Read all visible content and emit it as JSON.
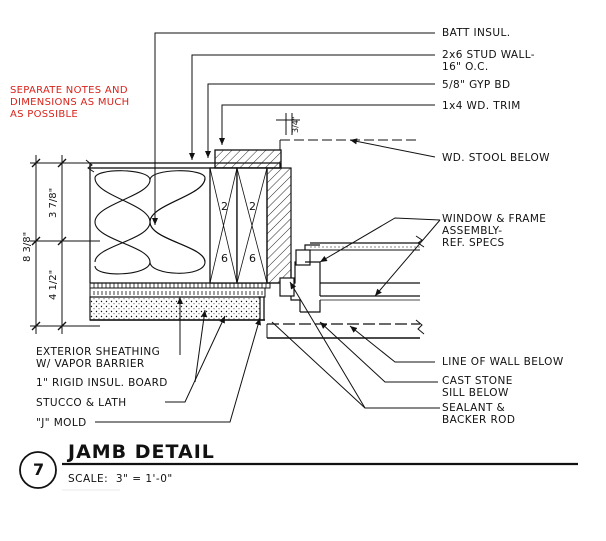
{
  "notes": {
    "batt_insul": "BATT INSUL.",
    "stud_wall_1": "2x6 STUD WALL-",
    "stud_wall_2": "16\" O.C.",
    "gyp_bd": "5/8\" GYP BD",
    "trim": "1x4 WD. TRIM",
    "stool": "WD. STOOL BELOW",
    "window_1": "WINDOW & FRAME",
    "window_2": "ASSEMBLY-",
    "window_3": "REF. SPECS",
    "line_of_wall": "LINE OF WALL BELOW",
    "cast_stone_1": "CAST STONE",
    "cast_stone_2": "SILL BELOW",
    "sealant_1": "SEALANT &",
    "sealant_2": "BACKER ROD",
    "sheathing_1": "EXTERIOR SHEATHING",
    "sheathing_2": "W/ VAPOR BARRIER",
    "rigid_insul": "1\" RIGID INSUL. BOARD",
    "stucco": "STUCCO & LATH",
    "j_mold": "\"J\" MOLD"
  },
  "red_note": {
    "line1": "SEPARATE NOTES AND",
    "line2": "DIMENSIONS AS MUCH",
    "line3": "AS POSSIBLE"
  },
  "dimensions": {
    "overall": "8 3/8\"",
    "upper": "3 7/8\"",
    "lower": "4 1/2\"",
    "trim_depth": "3/4\""
  },
  "stud_marks": [
    "2",
    "2",
    "6",
    "6"
  ],
  "title_block": {
    "detail_number": "7",
    "title": "JAMB DETAIL",
    "scale": "SCALE:  3\" = 1'-0\""
  },
  "colors": {
    "ink": "#111111",
    "annotation_red": "#d8231b"
  }
}
